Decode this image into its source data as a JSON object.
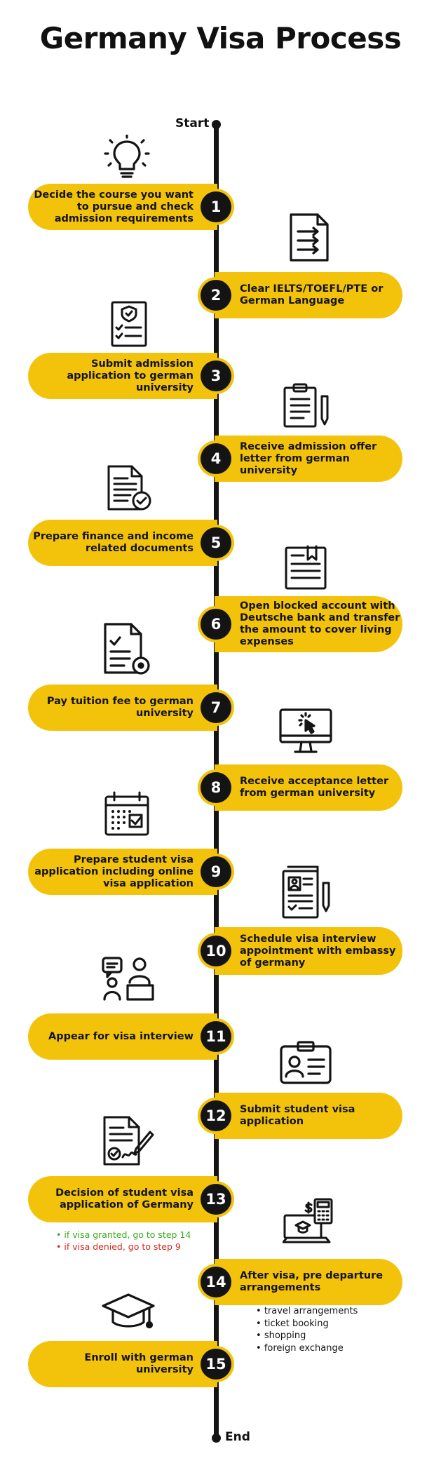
{
  "title": "Germany Visa Process",
  "start_label": "Start",
  "end_label": "End",
  "steps": [
    {
      "number": "1",
      "text": "Decide the course you want to pursue and check admission requirements",
      "icon": "lightbulb-icon"
    },
    {
      "number": "2",
      "text": "Clear IELTS/TOEFL/PTE or German Language",
      "icon": "document-arrows-icon"
    },
    {
      "number": "3",
      "text": "Submit admission application to german university",
      "icon": "shield-checklist-icon"
    },
    {
      "number": "4",
      "text": "Receive admission offer letter from german university",
      "icon": "clipboard-pencil-icon"
    },
    {
      "number": "5",
      "text": "Prepare finance and income related documents",
      "icon": "document-check-icon"
    },
    {
      "number": "6",
      "text": "Open blocked account with Deutsche bank and transfer the amount to cover living expenses",
      "icon": "bookmark-document-icon"
    },
    {
      "number": "7",
      "text": "Pay tuition fee to german university",
      "icon": "checklist-coin-icon"
    },
    {
      "number": "8",
      "text": "Receive acceptance letter from german university",
      "icon": "monitor-cursor-icon"
    },
    {
      "number": "9",
      "text": "Prepare student visa application including online visa application",
      "icon": "calendar-check-icon"
    },
    {
      "number": "10",
      "text": "Schedule visa interview appointment with embassy of germany",
      "icon": "resume-pencil-icon"
    },
    {
      "number": "11",
      "text": "Appear for visa interview",
      "icon": "interview-desk-icon"
    },
    {
      "number": "12",
      "text": "Submit student visa application",
      "icon": "id-badge-icon"
    },
    {
      "number": "13",
      "text": "Decision of student visa application of Germany",
      "icon": "signed-document-icon"
    },
    {
      "number": "14",
      "text": "After visa, pre departure arrangements",
      "icon": "laptop-calculator-icon"
    },
    {
      "number": "15",
      "text": "Enroll with german university",
      "icon": "graduation-cap-icon"
    }
  ],
  "decision_notes": {
    "granted": "• if visa granted, go to step 14",
    "denied": "• if visa denied, go to step 9",
    "granted_color": "#3aaa1f",
    "denied_color": "#d8281e"
  },
  "predeparture_items": [
    "travel arrangements",
    "ticket booking",
    "shopping",
    "foreign exchange"
  ],
  "colors": {
    "accent": "#f3c30c",
    "dark": "#141414"
  }
}
